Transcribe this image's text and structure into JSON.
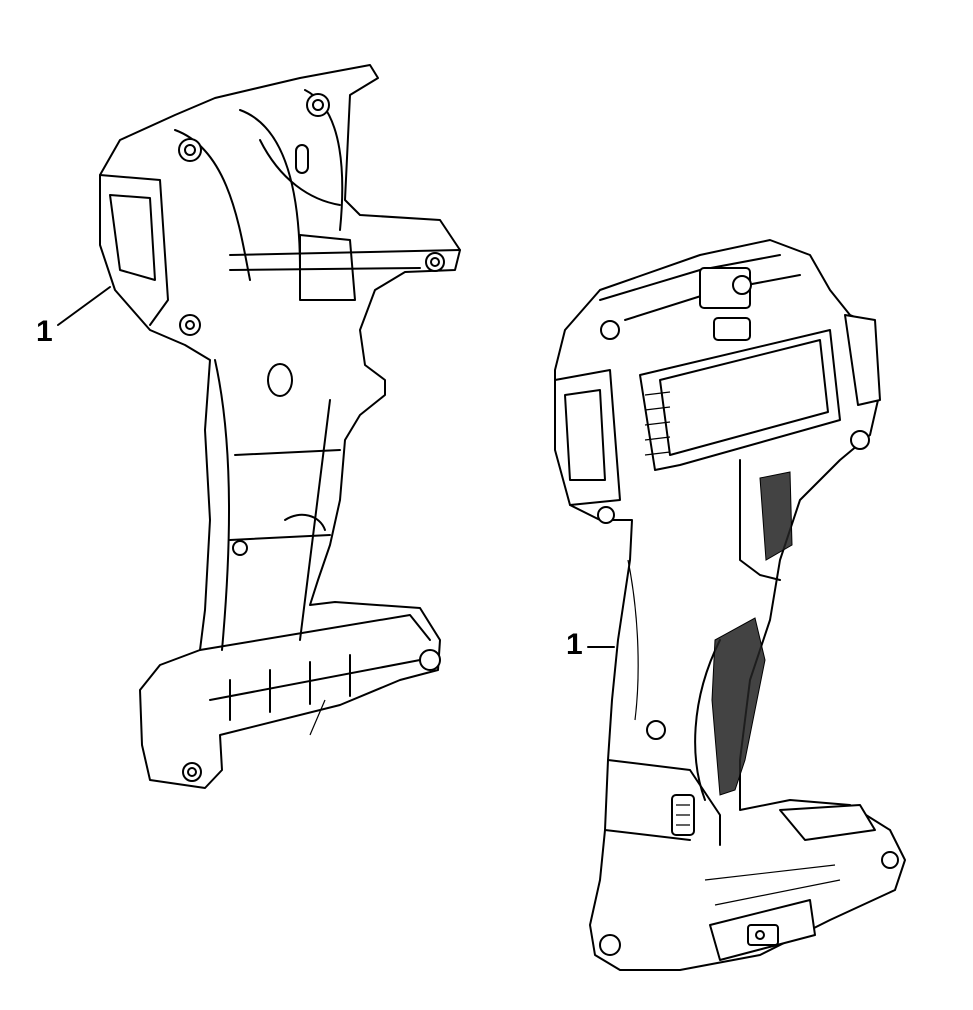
{
  "callouts": [
    {
      "id": "left",
      "label": "1"
    },
    {
      "id": "right",
      "label": "1"
    }
  ],
  "colors": {
    "line": "#000000",
    "background": "#ffffff"
  }
}
